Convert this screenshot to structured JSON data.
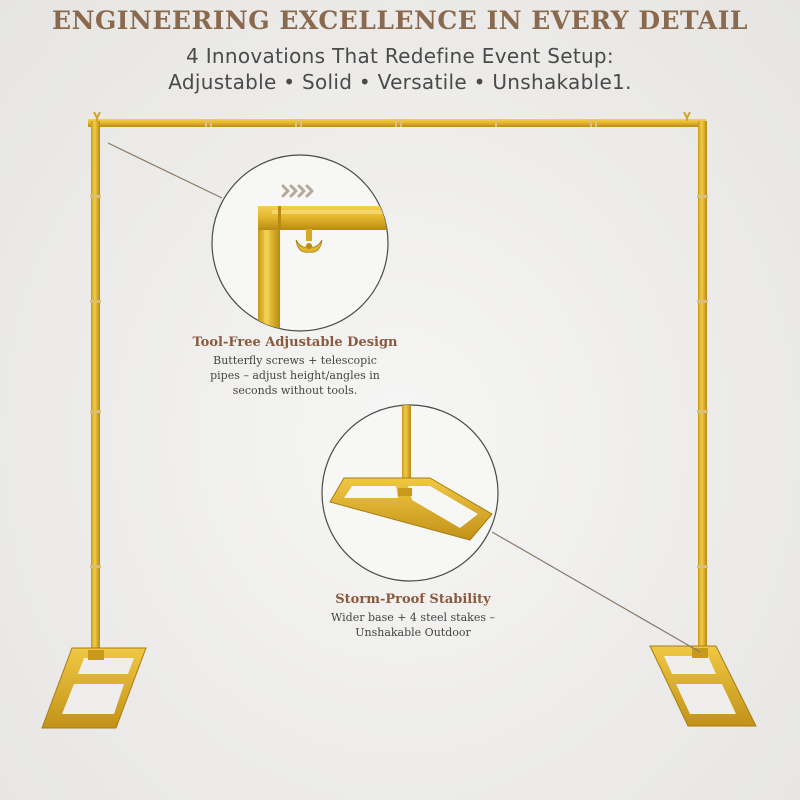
{
  "header": {
    "title": "ENGINEERING EXCELLENCE IN EVERY DETAIL",
    "subtitle_line1": "4 Innovations That Redefine Event Setup:",
    "subtitle_line2": "Adjustable • Solid • Versatile • Unshakable1."
  },
  "features": [
    {
      "title": "Tool-Free Adjustable Design",
      "desc_line1": "Butterfly screws + telescopic",
      "desc_line2": "pipes – adjust height/angles in",
      "desc_line3": "seconds without tools."
    },
    {
      "title": "Storm-Proof Stability",
      "desc_line1": "Wider base + 4 steel stakes –",
      "desc_line2": "Unshakable Outdoor"
    }
  ],
  "colors": {
    "gold": "#e3b52a",
    "gold_dark": "#b98a12",
    "title_brown": "#8a6a4f",
    "feature_title": "#8a5a3e",
    "arrows": "#b7a99a"
  },
  "icons": {
    "arrows": "chevron-right-icon"
  }
}
